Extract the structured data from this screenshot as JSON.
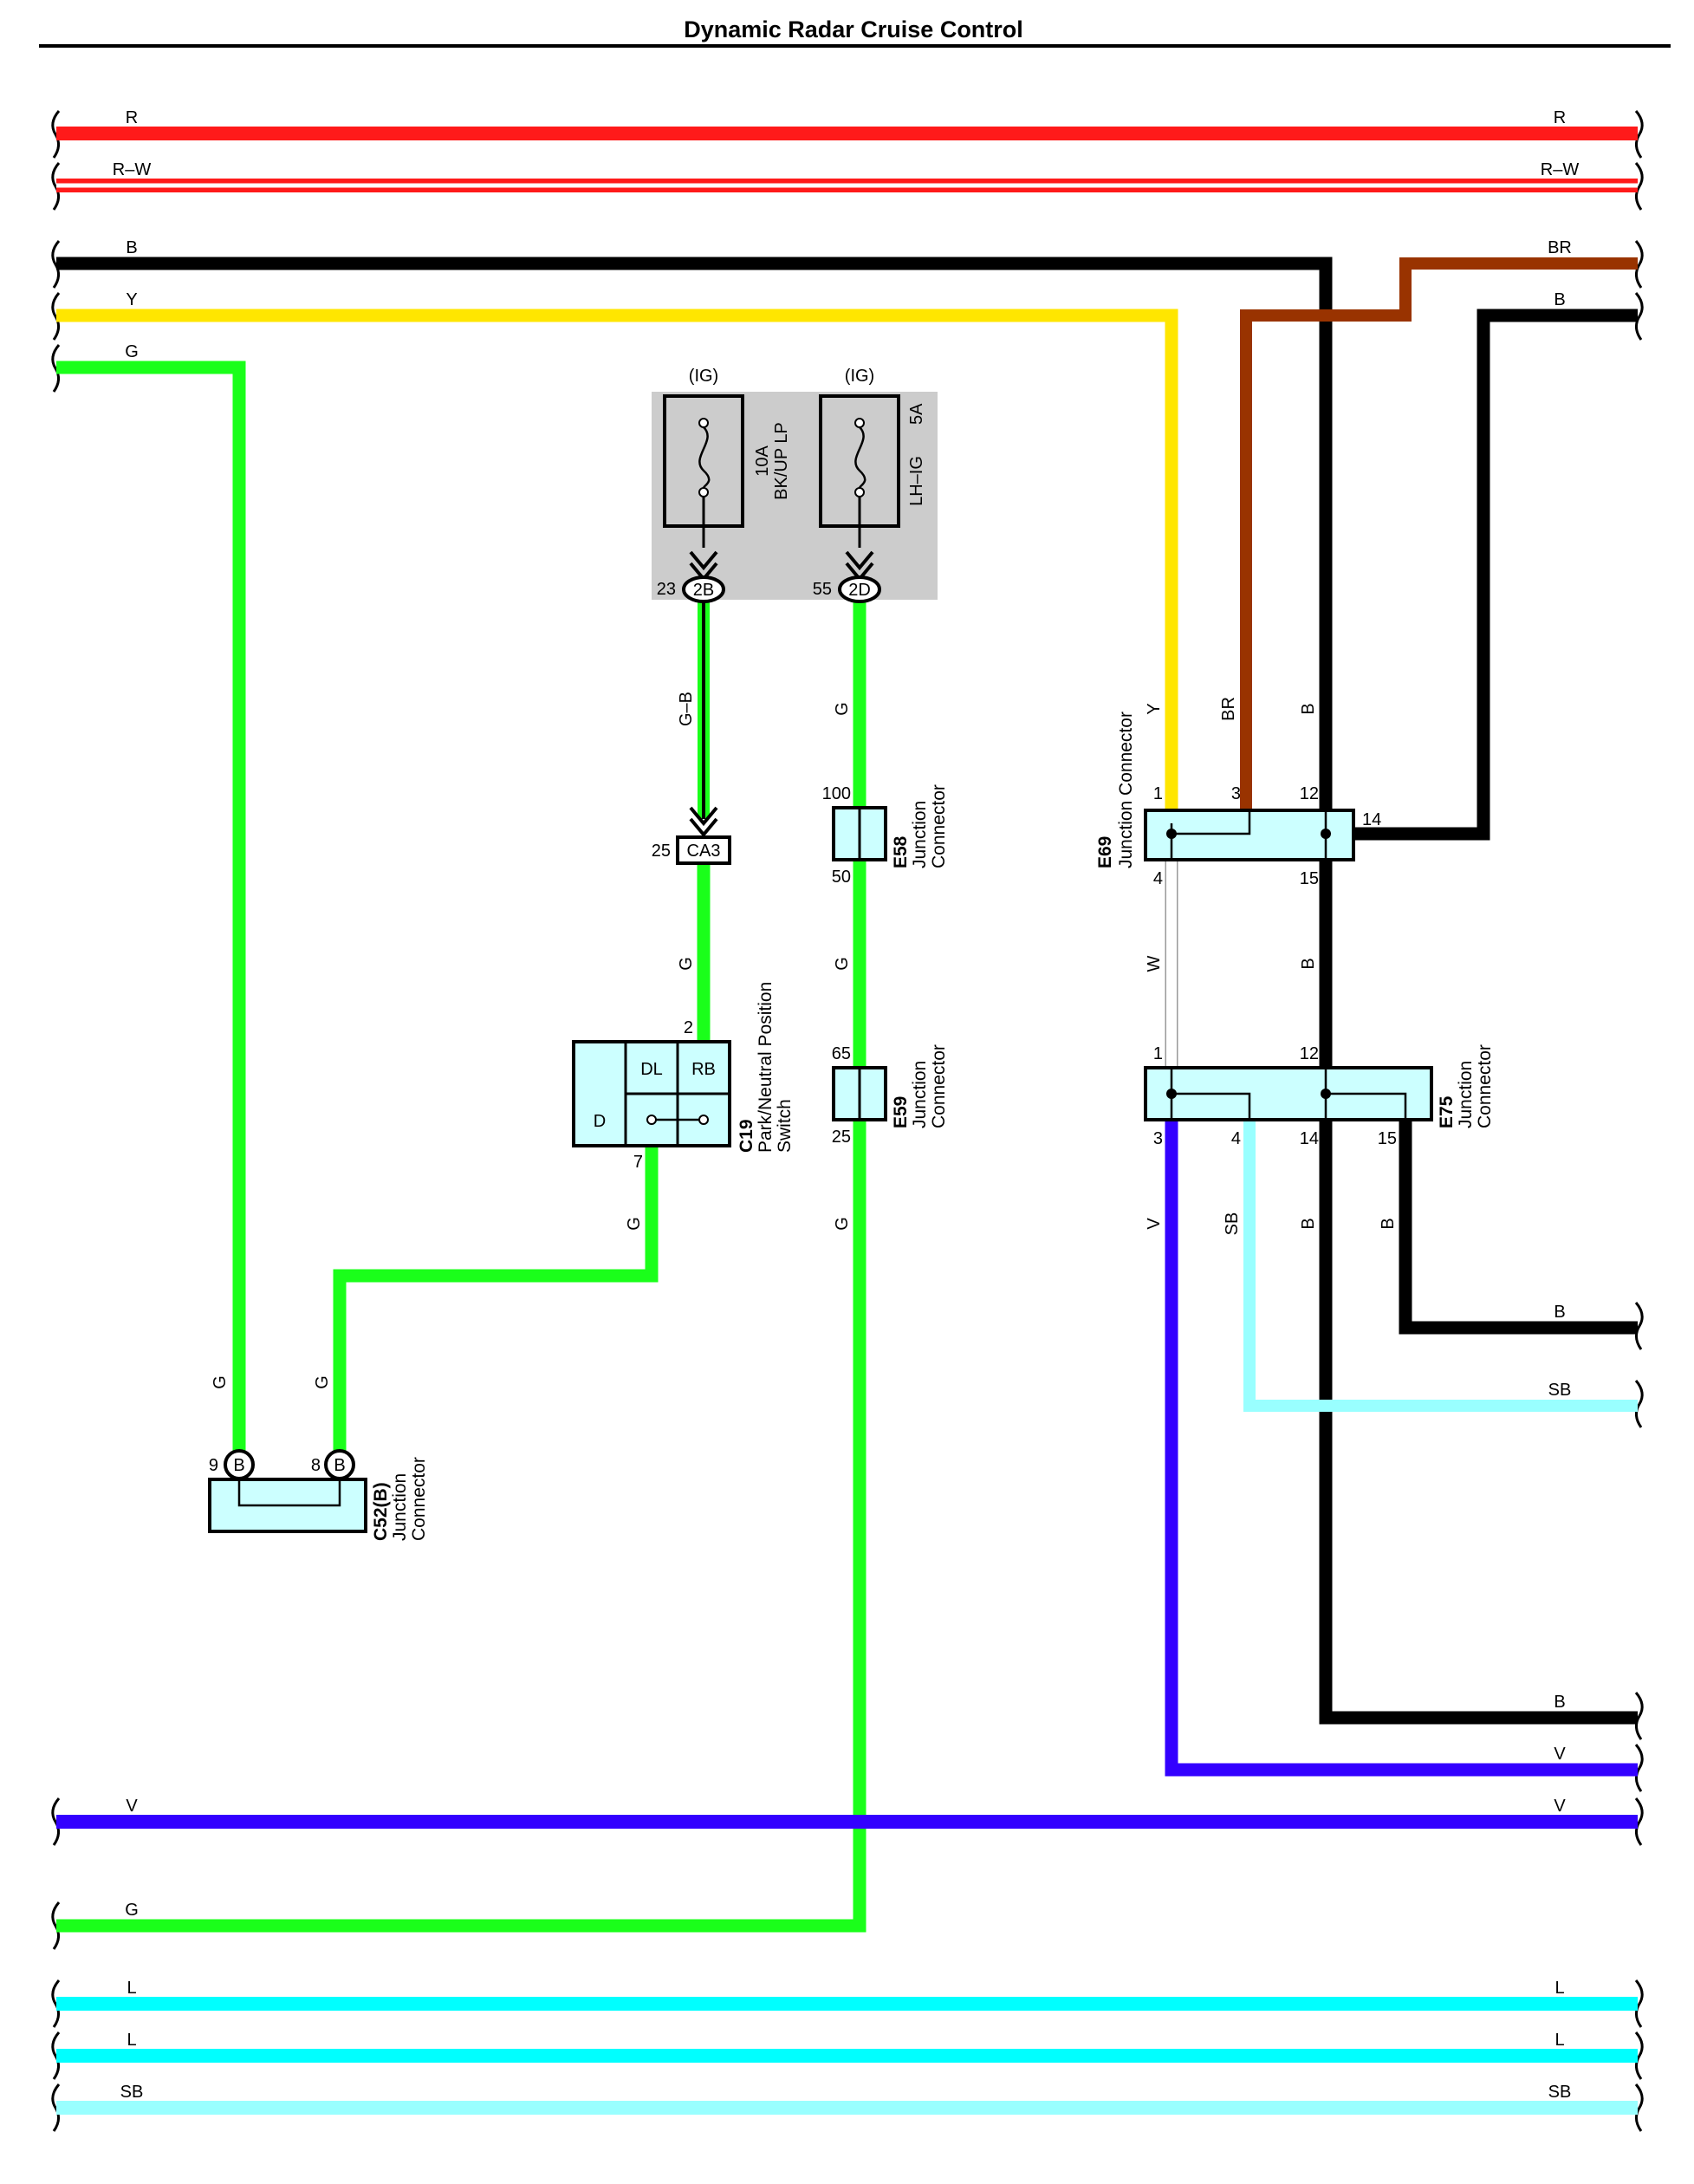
{
  "title": "Dynamic Radar Cruise Control",
  "colors": {
    "R": "#ff1a1a",
    "Y": "#ffe600",
    "G": "#1aff1a",
    "B": "#000000",
    "BR": "#993300",
    "V": "#3300ff",
    "L": "#00ffff",
    "SB": "#99ffff",
    "W": "#ffffff",
    "connector_fill": "#ccffff",
    "fuse_box": "#cccccc"
  },
  "wires": {
    "r_top": {
      "left": "R",
      "right": "R"
    },
    "rw_top": {
      "left": "R–W",
      "right": "R–W"
    },
    "b_top": {
      "left": "B"
    },
    "br_right": {
      "right": "BR"
    },
    "b_right": {
      "right": "B"
    },
    "y_top": {
      "left": "Y"
    },
    "g_top": {
      "left": "G"
    },
    "v_bottom": {
      "left": "V",
      "right": "V"
    },
    "g_bottom": {
      "left": "G"
    },
    "l_1": {
      "left": "L",
      "right": "L"
    },
    "l_2": {
      "left": "L",
      "right": "L"
    },
    "sb_bottom": {
      "left": "SB",
      "right": "SB"
    }
  },
  "fuses": [
    {
      "supply": "(IG)",
      "rating": "10A",
      "name": "BK/UP LP",
      "pin": "23",
      "connector": "2B"
    },
    {
      "supply": "(IG)",
      "rating": "5A",
      "name": "LH–IG",
      "pin": "55",
      "connector": "2D"
    }
  ],
  "vertical_labels": {
    "gb": "G–B",
    "g_fuse2": "G",
    "g_ca3": "G",
    "g_e58": "G",
    "g_c19_out": "G",
    "g_e59": "G",
    "g_c52_left": "G",
    "g_c52_right": "G",
    "y": "Y",
    "br": "BR",
    "b_12": "B",
    "w": "W",
    "b_15": "B",
    "v_e75": "V",
    "sb_e75": "SB",
    "b_e75_14": "B",
    "b_e75_15": "B"
  },
  "connectors": {
    "ca3": {
      "id": "CA3",
      "pin": "25"
    },
    "c19": {
      "id": "C19",
      "name_line1": "Park/Neutral Position",
      "name_line2": "Switch",
      "pin_in": "2",
      "pin_out": "7",
      "cells": [
        "DL",
        "RB",
        "D"
      ]
    },
    "e58": {
      "id": "E58",
      "name_line1": "Junction",
      "name_line2": "Connector",
      "pin_top": "100",
      "pin_bottom": "50"
    },
    "e59": {
      "id": "E59",
      "name_line1": "Junction",
      "name_line2": "Connector",
      "pin_top": "65",
      "pin_bottom": "25"
    },
    "e69": {
      "id": "E69",
      "name": "Junction Connector",
      "pins": {
        "p1": "1",
        "p3": "3",
        "p12": "12",
        "p14": "14",
        "p4": "4",
        "p15": "15"
      }
    },
    "e75": {
      "id": "E75",
      "name_line1": "Junction",
      "name_line2": "Connector",
      "pins": {
        "p1": "1",
        "p12": "12",
        "p3": "3",
        "p4": "4",
        "p14": "14",
        "p15": "15"
      }
    },
    "c52": {
      "id": "C52(B)",
      "name_line1": "Junction",
      "name_line2": "Connector",
      "pin_left": "9",
      "pin_right": "8",
      "circle_label": "B"
    }
  },
  "right_labels": {
    "b_e75": "B",
    "sb_e75": "SB",
    "b_main": "B",
    "v_e75": "V"
  }
}
